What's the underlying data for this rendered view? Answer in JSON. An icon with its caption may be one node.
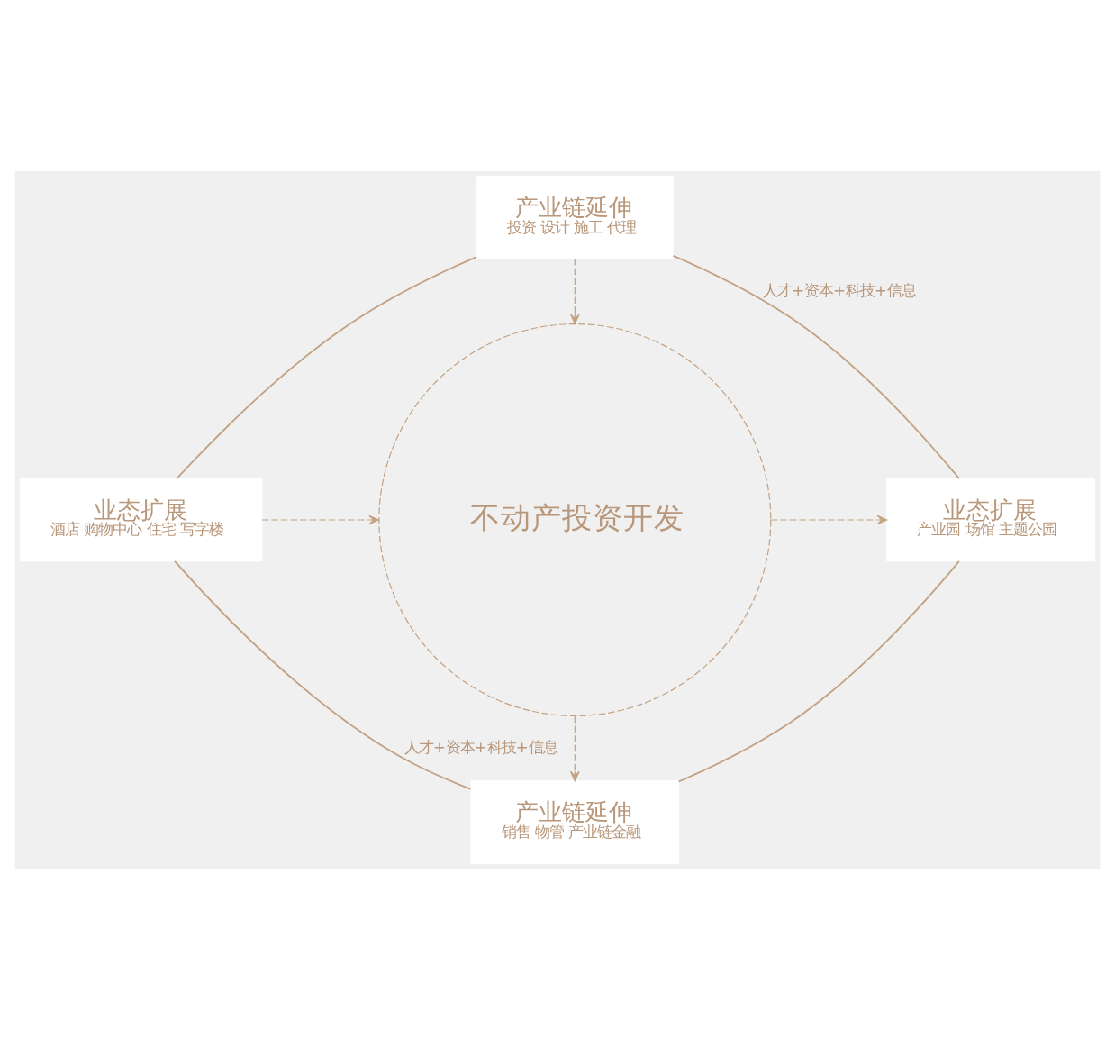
{
  "diagram": {
    "nodes": [
      {
        "text": [
          "产业链延伸",
          "投资 设计 施工 代理"
        ]
      },
      {
        "text": [
          "业态扩展",
          "酒店 购物中心 住宅 写字楼"
        ]
      },
      {
        "text": [
          "不动产投资开发"
        ]
      },
      {
        "text": [
          "业态扩展",
          "产业园 场馆 主题公园"
        ]
      },
      {
        "text": [
          "产业链延伸",
          "销售 物管 产业链金融"
        ]
      }
    ],
    "edges": [
      {
        "from": 0,
        "to": 2,
        "arrow": "to",
        "style": "dashed"
      },
      {
        "from": 1,
        "to": 2,
        "arrow": "to",
        "style": "dashed"
      },
      {
        "from": 2,
        "to": 3,
        "arrow": "to",
        "style": "dashed"
      },
      {
        "from": 2,
        "to": 4,
        "arrow": "to",
        "style": "dashed"
      },
      {
        "from": 0,
        "to": 3,
        "arrow": "none",
        "label": "人才+资本+科技+信息"
      },
      {
        "from": 3,
        "to": 4,
        "arrow": "none"
      },
      {
        "from": 4,
        "to": 1,
        "arrow": "none",
        "label": "人才+资本+科技+信息"
      },
      {
        "from": 1,
        "to": 0,
        "arrow": "none"
      }
    ]
  }
}
